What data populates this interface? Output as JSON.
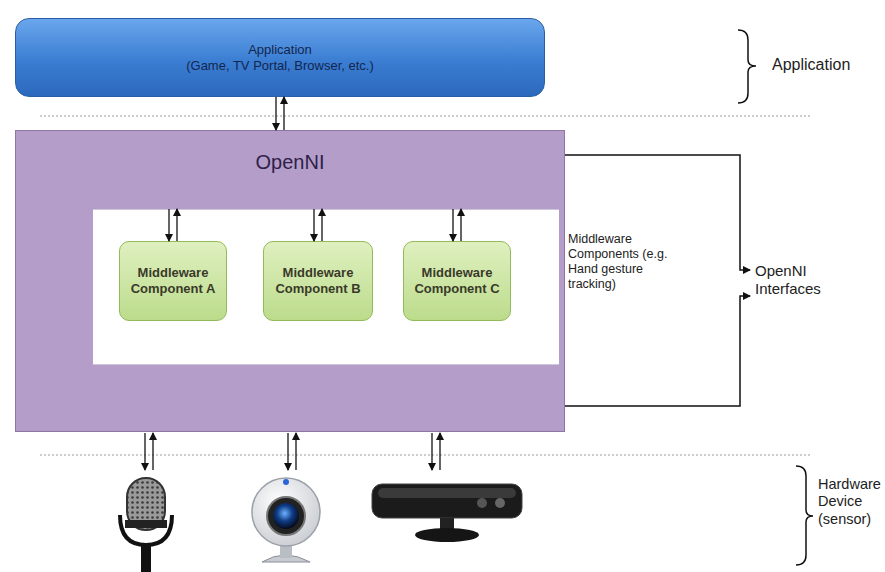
{
  "diagram": {
    "nodes": [
      {
        "text": [
          "Application",
          "(Game, TV Portal, Browser, etc.)"
        ]
      },
      {
        "text": [
          "OpenNI"
        ]
      },
      {
        "text": [
          "Middleware Component A"
        ],
        "in": 1
      },
      {
        "text": [
          "Middleware Component B"
        ],
        "in": 1
      },
      {
        "text": [
          "Middleware Component C"
        ],
        "in": 1
      }
    ],
    "edges": [
      {
        "from": 0,
        "to": 1,
        "arrow": "to"
      },
      {
        "from": 1,
        "to": 0,
        "arrow": "to"
      },
      {
        "from": 1,
        "to": 2,
        "arrow": "to"
      },
      {
        "from": 2,
        "to": 1,
        "arrow": "to"
      },
      {
        "from": 1,
        "to": 3,
        "arrow": "to"
      },
      {
        "from": 3,
        "to": 1,
        "arrow": "to"
      },
      {
        "from": 1,
        "to": 4,
        "arrow": "to"
      },
      {
        "from": 4,
        "to": 1,
        "arrow": "to"
      }
    ],
    "labels": [
      "Application",
      "Middleware Components (e.g. Hand gesture tracking)",
      "OpenNI Interfaces",
      "Hardware Device (sensor)"
    ]
  }
}
